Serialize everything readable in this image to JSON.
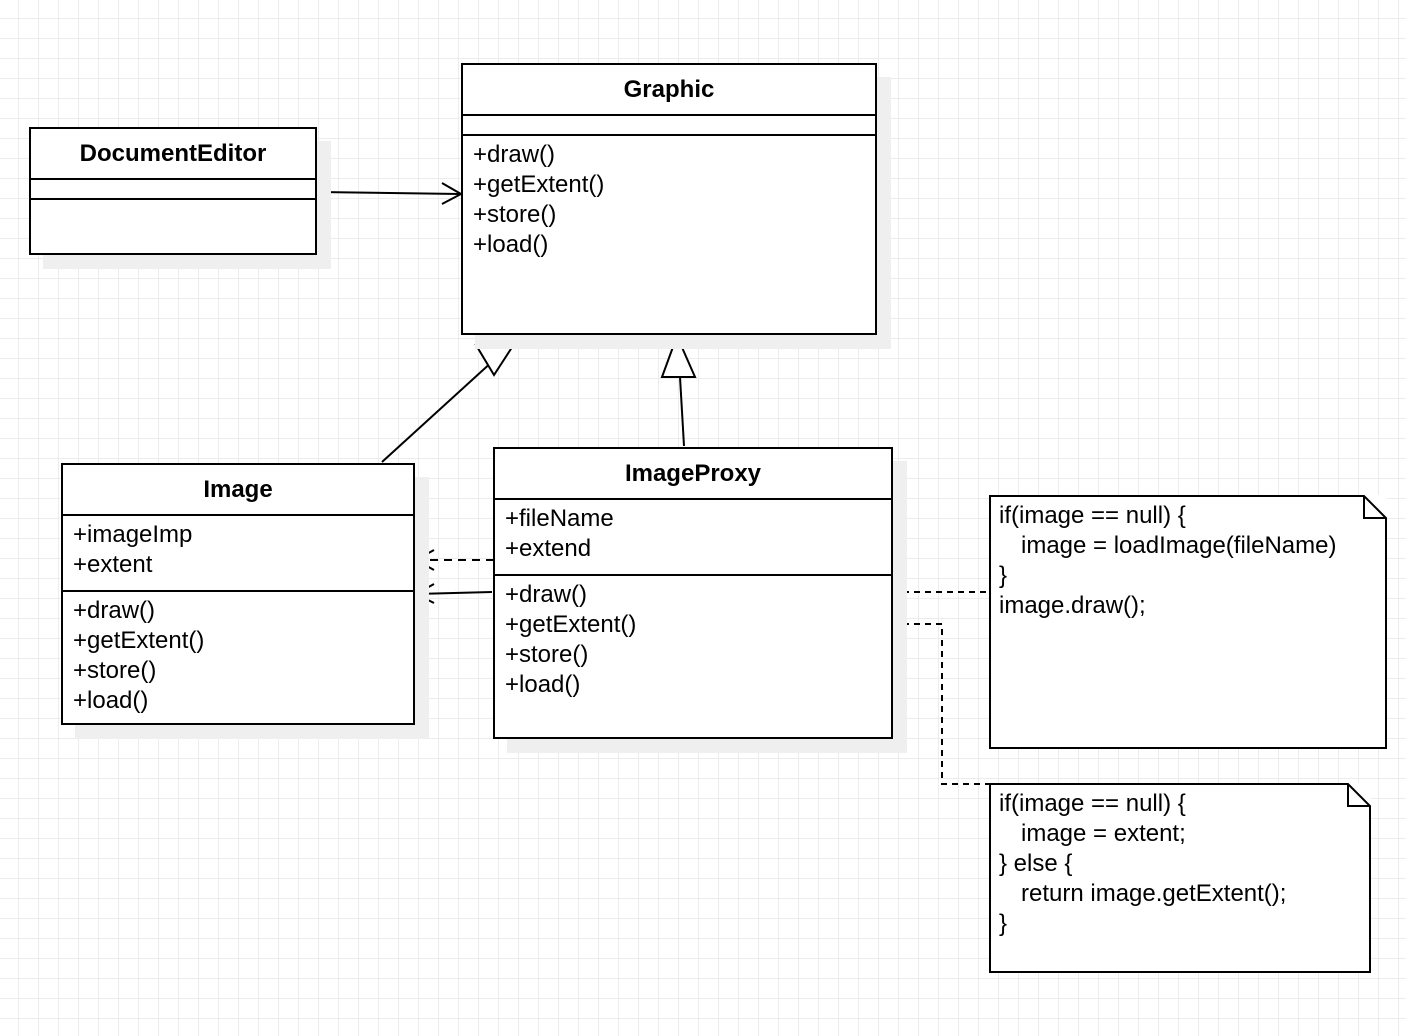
{
  "classes": {
    "document_editor": {
      "name": "DocumentEditor"
    },
    "graphic": {
      "name": "Graphic",
      "operations": [
        "+draw()",
        "+getExtent()",
        "+store()",
        "+load()"
      ]
    },
    "image": {
      "name": "Image",
      "attributes": [
        "+imageImp",
        "+extent"
      ],
      "operations": [
        "+draw()",
        "+getExtent()",
        "+store()",
        "+load()"
      ]
    },
    "image_proxy": {
      "name": "ImageProxy",
      "attributes": [
        "+fileName",
        "+extend"
      ],
      "operations": [
        "+draw()",
        "+getExtent()",
        "+store()",
        "+load()"
      ]
    }
  },
  "notes": {
    "draw_note": {
      "lines": [
        "if(image == null) {",
        "image = loadImage(fileName)",
        "}",
        "image.draw();"
      ]
    },
    "extent_note": {
      "lines": [
        "if(image == null) {",
        "image = extent;",
        "} else {",
        "return image.getExtent();",
        "}"
      ]
    }
  },
  "relationships": [
    {
      "from": "DocumentEditor",
      "to": "Graphic",
      "type": "association"
    },
    {
      "from": "Image",
      "to": "Graphic",
      "type": "generalization"
    },
    {
      "from": "ImageProxy",
      "to": "Graphic",
      "type": "generalization"
    },
    {
      "from": "ImageProxy",
      "to": "Image",
      "type": "dependency"
    },
    {
      "from": "ImageProxy",
      "to": "Image",
      "type": "association"
    },
    {
      "from": "ImageProxy.draw()",
      "to": "draw_note",
      "type": "note-anchor"
    },
    {
      "from": "ImageProxy.getExtent()",
      "to": "extent_note",
      "type": "note-anchor"
    }
  ],
  "colors": {
    "line": "#000000",
    "background": "#ffffff",
    "grid": "#ececec",
    "shadow": "#efefef"
  }
}
